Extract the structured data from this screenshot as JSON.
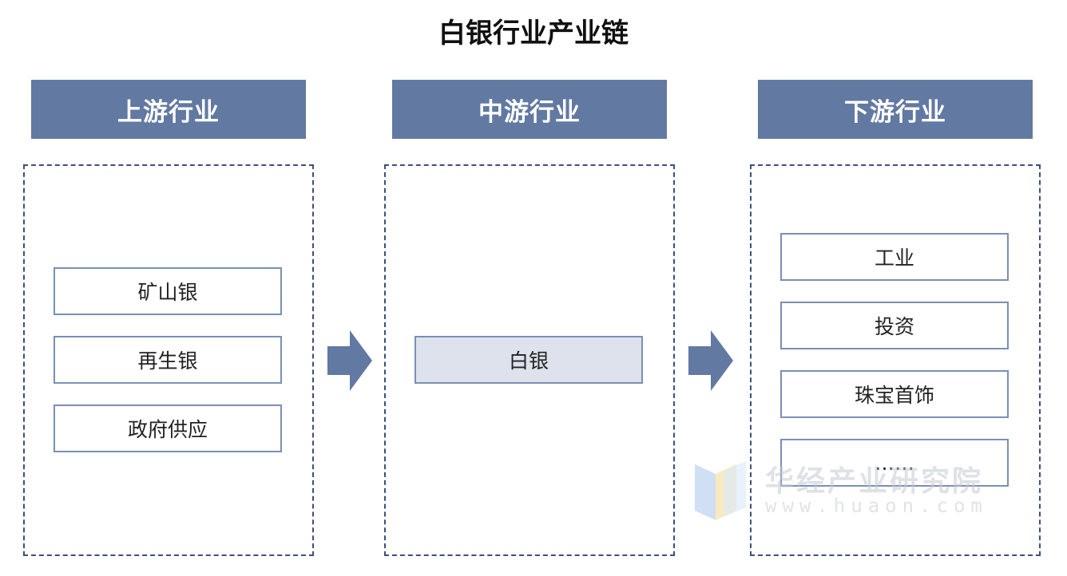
{
  "title": "白银行业产业链",
  "colors": {
    "header_bg": "#6279a2",
    "arrow": "#6279a2",
    "dash_border": "#3d4f79",
    "item_border": "#7a8fb5",
    "mid_item_bg": "#dde2ec"
  },
  "upstream": {
    "header": "上游行业",
    "items": [
      "矿山银",
      "再生银",
      "政府供应"
    ]
  },
  "midstream": {
    "header": "中游行业",
    "items": [
      "白银"
    ]
  },
  "downstream": {
    "header": "下游行业",
    "items": [
      "工业",
      "投资",
      "珠宝首饰",
      "……"
    ]
  },
  "watermark": {
    "name_cn": "华经产业研究院",
    "url": "www.huaon.com"
  }
}
